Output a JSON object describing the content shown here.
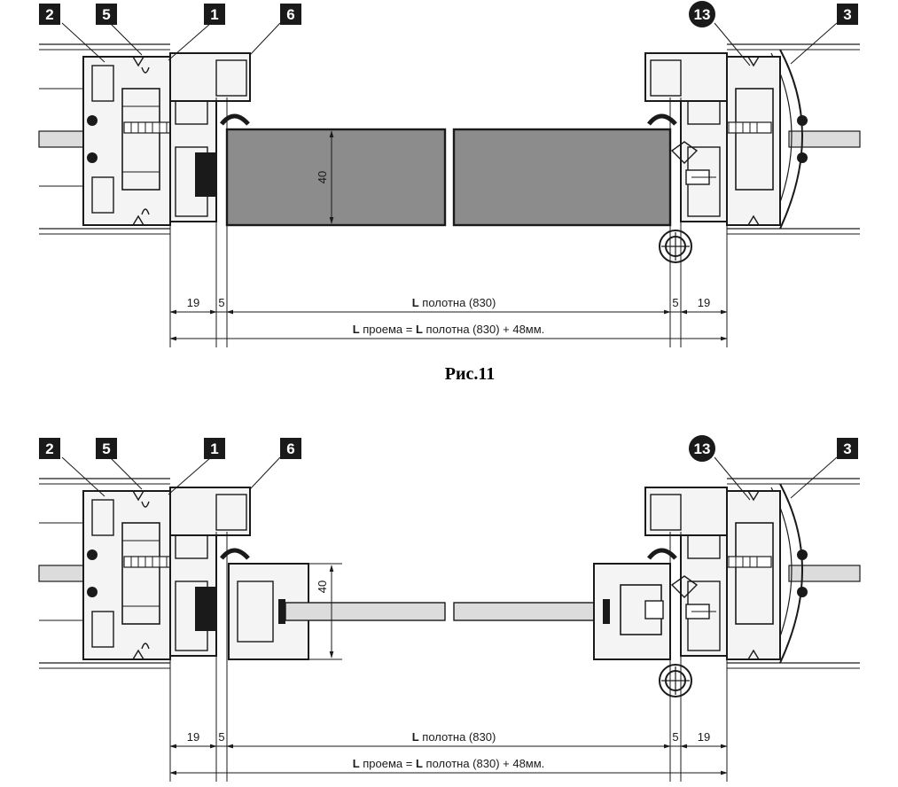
{
  "figure": {
    "caption": "Рис.11"
  },
  "callouts": {
    "c2": "2",
    "c5": "5",
    "c1": "1",
    "c6": "6",
    "c13": "13",
    "c3": "3"
  },
  "dimensions": {
    "left_frame": "19",
    "left_gap": "5",
    "leaf_l_bold": "L",
    "leaf_l_rest": " полотна (830)",
    "right_gap": "5",
    "right_frame": "19",
    "opening_l1": "L",
    "opening_mid": " проема = ",
    "opening_l2": "L",
    "opening_rest": " полотна (830) + 48мм.",
    "thickness": "40"
  },
  "colors": {
    "line": "#1a1a1a",
    "panel_fill": "#8c8c8c",
    "glass_fill": "#dcdcdc",
    "profile_fill": "#f4f4f4",
    "callout_bg": "#1a1a1a"
  }
}
